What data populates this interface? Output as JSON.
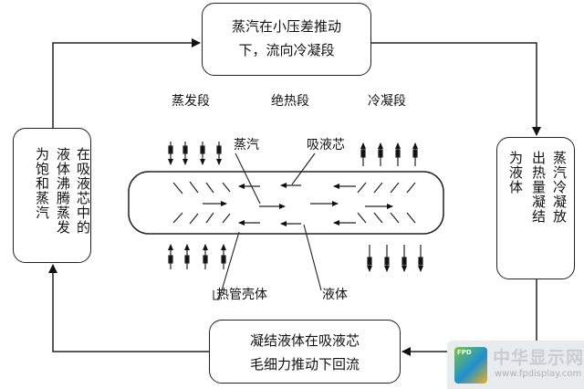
{
  "boxes": {
    "top": {
      "line1": "蒸汽在小压差推动",
      "line2": "下，流向冷凝段"
    },
    "bottom": {
      "line1": "凝结液体在吸液芯",
      "line2": "毛细力推动下回流"
    },
    "left": {
      "col1": "液体沸腾蒸发",
      "col2": "在吸液芯中的",
      "col3": "为饱和蒸汽"
    },
    "right": {
      "col1": "蒸汽冷凝放",
      "col2": "出热量凝结",
      "col3": "为液体"
    }
  },
  "sections": {
    "evaporation": "蒸发段",
    "adiabatic": "绝热段",
    "condensation": "冷凝段"
  },
  "callouts": {
    "vapor": "蒸汽",
    "wick": "吸液芯",
    "shell": "热管壳体",
    "liquid": "液体"
  },
  "logo": {
    "title": "中华显示网",
    "url": "www.fpdisplay.com",
    "mark": "FPD"
  }
}
